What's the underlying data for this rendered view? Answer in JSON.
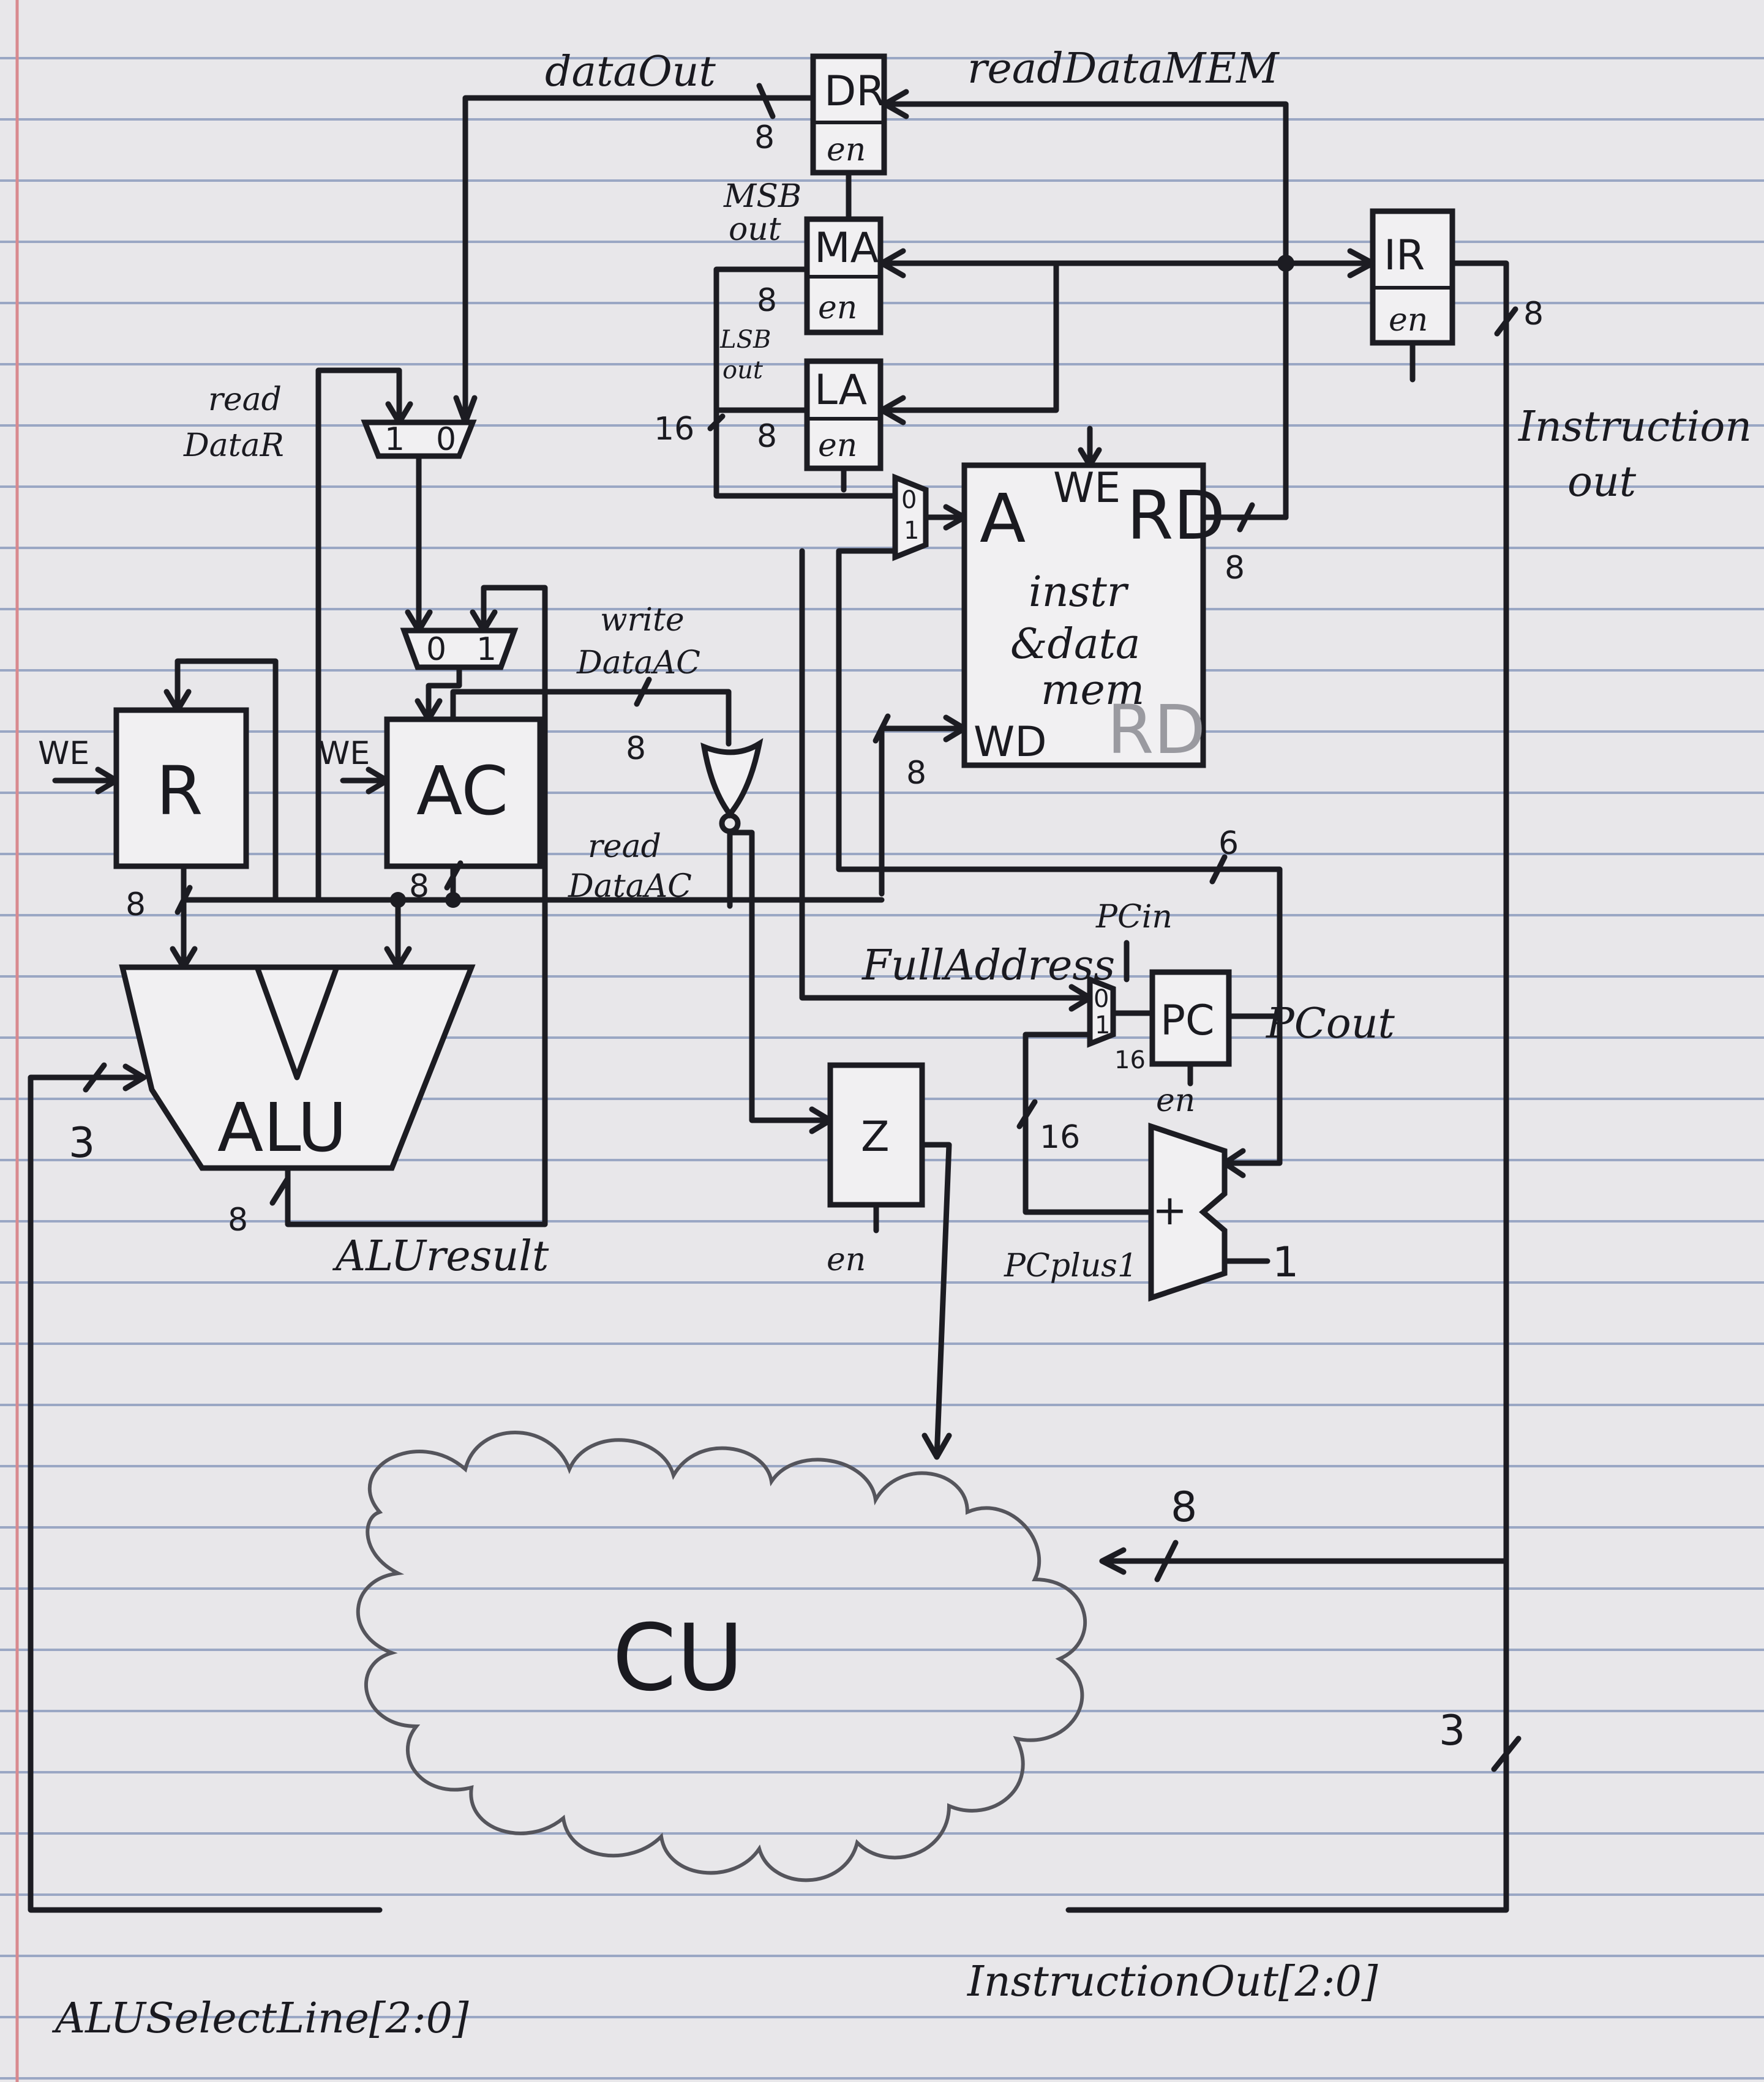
{
  "colors": {
    "paper": "#e8e7ea",
    "rule": "#9aa7c4",
    "margin": "#d88a8f",
    "ink": "#1c1c22",
    "pencil": "#55555c"
  },
  "registers": {
    "dr": "DR",
    "ma": "MA",
    "la": "LA",
    "ir": "IR",
    "r": "R",
    "ac": "AC",
    "pc": "PC",
    "z": "Z"
  },
  "enables": {
    "dr": "en",
    "ma": "en",
    "la": "en",
    "ir": "en",
    "pc": "en",
    "z": "en"
  },
  "write_enables": {
    "r": "WE",
    "ac": "WE",
    "mem": "WE"
  },
  "memory": {
    "addr_port": "A",
    "read_port": "RD",
    "write_port": "WD",
    "line1": "instr",
    "line2": "&data",
    "line3": "mem",
    "ghost_rd": "RD"
  },
  "alu": {
    "label": "ALU",
    "select_width": "3",
    "out_width": "8"
  },
  "cu": {
    "label": "CU"
  },
  "mux": {
    "in1": "1",
    "in0": "0",
    "sel0": "0",
    "sel1": "1"
  },
  "adder": {
    "plus": "+",
    "const": "1"
  },
  "signals": {
    "data_out": "dataOut",
    "read_data_mem": "readDataMEM",
    "read_data_r_1": "read",
    "read_data_r_2": "DataR",
    "write_data_ac_1": "write",
    "write_data_ac_2": "DataAC",
    "read_data_ac_1": "read",
    "read_data_ac_2": "DataAC",
    "msb_out_1": "MSB",
    "msb_out_2": "out",
    "lsb_out_1": "LSB",
    "lsb_out_2": "out",
    "full_address": "FullAddress",
    "pc_in": "PCin",
    "pc_out": "PCout",
    "pc_plus1": "PCplus1",
    "alu_result": "ALUresult",
    "instruction_out_1": "Instruction",
    "instruction_out_2": "out",
    "alu_select_line": "ALUSelectLine[2:0]",
    "instruction_out_bus": "InstructionOut[2:0]"
  },
  "bus_widths": {
    "dr_out": "8",
    "ma_in": "8",
    "la_in": "8",
    "lsb_bus": "16",
    "ir_out": "8",
    "mem_rd": "8",
    "mem_wd": "8",
    "write_ac": "8",
    "r_out": "8",
    "ac_out": "8",
    "pc_bus": "6",
    "pc_in": "16",
    "pc_loop": "16",
    "cu_in": "8",
    "cu_ins": "3"
  }
}
